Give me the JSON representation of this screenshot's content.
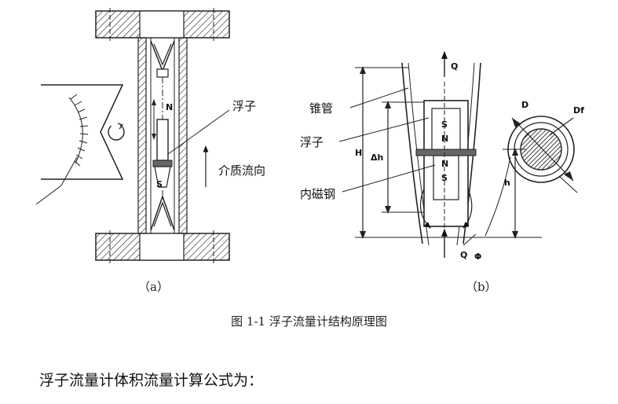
{
  "figure": {
    "title": "图 1-1  浮子流量计结构原理图",
    "panel_a": {
      "caption": "（a）",
      "labels": {
        "float": "浮子",
        "flow_direction": "介质流向",
        "magnet_N": "N",
        "magnet_S": "S"
      }
    },
    "panel_b": {
      "caption": "（b）",
      "labels": {
        "cone_tube": "锥管",
        "float": "浮子",
        "inner_magnet": "内磁钢",
        "Q_top": "Q",
        "Q_bottom": "Q",
        "phi": "Φ",
        "H": "H",
        "delta_h": "Δh",
        "D": "D",
        "Df": "Df",
        "h": "h",
        "S1": "S",
        "N1": "N",
        "N2": "N",
        "S2": "S"
      }
    }
  },
  "body": {
    "text": "浮子流量计体积流量计算公式为："
  }
}
